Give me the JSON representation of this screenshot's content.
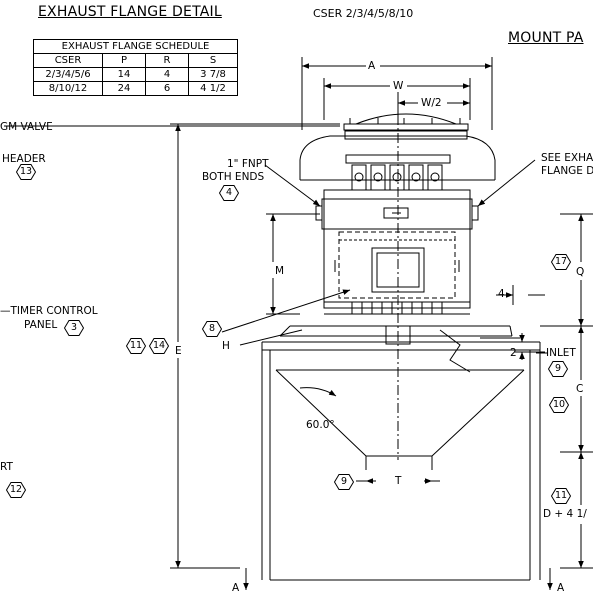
{
  "headings": {
    "exhaust_detail": "EXHAUST FLANGE DETAIL",
    "model_range": "CSER 2/3/4/5/8/10",
    "mount_pattern": "MOUNT PA"
  },
  "schedule": {
    "title": "EXHAUST FLANGE SCHEDULE",
    "columns": [
      "CSER",
      "P",
      "R",
      "S"
    ],
    "rows": [
      [
        "2/3/4/5/6",
        "14",
        "4",
        "3 7/8"
      ],
      [
        "8/10/12",
        "24",
        "6",
        "4 1/2"
      ]
    ]
  },
  "left_callouts": {
    "valve": "GM VALVE",
    "header": "HEADER",
    "header_num": "13",
    "timer": "TIMER CONTROL",
    "panel": "PANEL",
    "panel_num": "3",
    "port": "RT",
    "port_num": "12"
  },
  "dims": {
    "A": "A",
    "W": "W",
    "W2": "W/2",
    "M": "M",
    "H": "H",
    "E": "E",
    "Q": "Q",
    "C": "C",
    "T": "T",
    "four": "4",
    "two": "2",
    "angle": "60.0°",
    "d_plus": "D + 4 1/",
    "section_a_left": "A",
    "section_a_right": "A"
  },
  "notes": {
    "fnpt": "1\" FNPT",
    "both_ends": "BOTH ENDS",
    "see_exhaust": "SEE EXHA",
    "flange_d": "FLANGE D",
    "inlet": "INLET"
  },
  "tags": {
    "t4": "4",
    "t8": "8",
    "t11a": "11",
    "t14": "14",
    "t17": "17",
    "t9a": "9",
    "t10": "10",
    "t9b": "9",
    "t11b": "11"
  }
}
